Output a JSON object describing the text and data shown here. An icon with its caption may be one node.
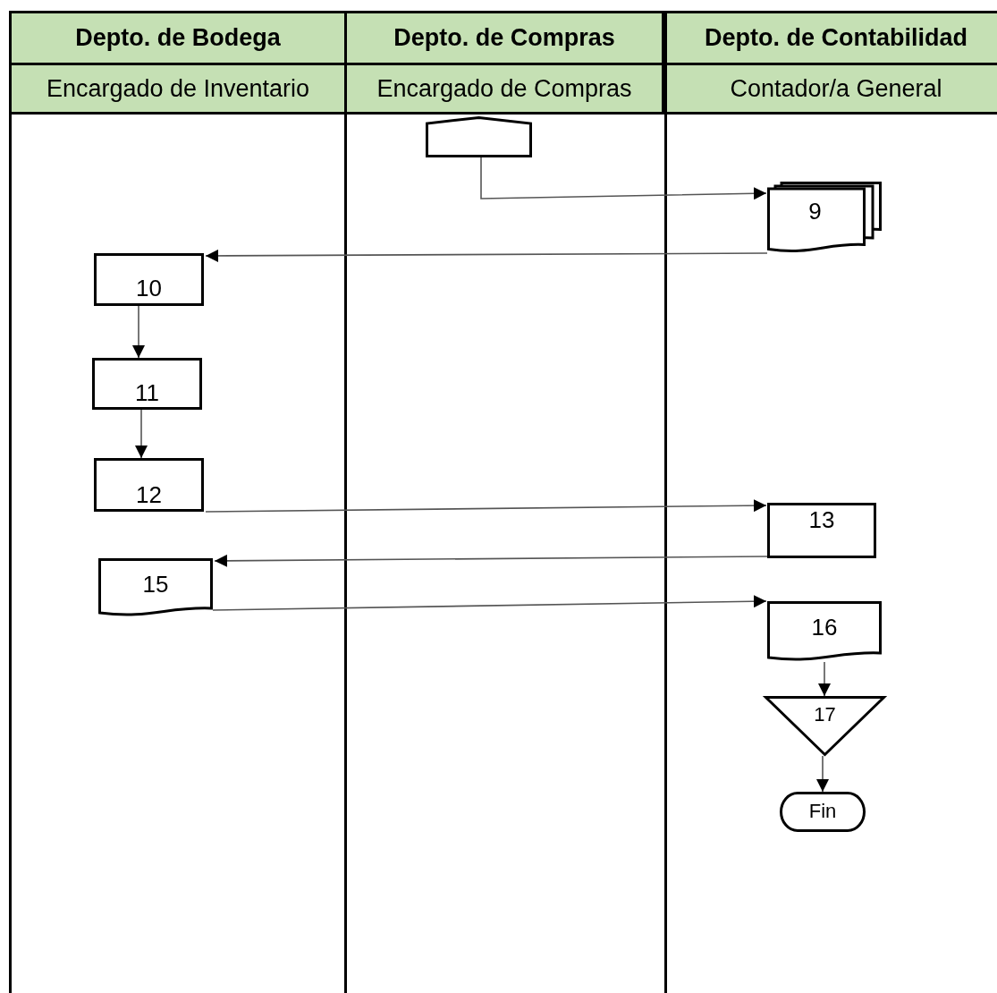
{
  "diagram": {
    "nodes": [
      {
        "text": [
          "Depto. de Bodega",
          "Encargado de Inventario"
        ]
      },
      {
        "text": [
          "Depto. de Compras",
          "Encargado de Compras"
        ]
      },
      {
        "text": [
          "Depto. de Contabilidad",
          "Contador/a General"
        ]
      },
      {
        "text": [],
        "shape": "pentagon",
        "in": 1
      },
      {
        "text": [
          "9"
        ],
        "in": 2
      },
      {
        "text": [
          "10"
        ],
        "in": 0
      },
      {
        "text": [
          "11"
        ],
        "in": 0
      },
      {
        "text": [
          "12"
        ],
        "in": 0
      },
      {
        "text": [
          "13"
        ],
        "in": 2
      },
      {
        "text": [
          "15"
        ],
        "in": 0
      },
      {
        "text": [
          "16"
        ],
        "in": 2
      },
      {
        "text": [
          "17"
        ],
        "in": 2
      },
      {
        "text": [
          "Fin"
        ],
        "in": 2
      }
    ],
    "edges": [
      {
        "from": 3,
        "to": 4,
        "arrow": "to"
      },
      {
        "from": 4,
        "to": 5,
        "arrow": "to"
      },
      {
        "from": 5,
        "to": 6,
        "arrow": "to"
      },
      {
        "from": 6,
        "to": 7,
        "arrow": "to"
      },
      {
        "from": 7,
        "to": 8,
        "arrow": "to"
      },
      {
        "from": 8,
        "to": 9,
        "arrow": "to"
      },
      {
        "from": 9,
        "to": 10,
        "arrow": "to"
      },
      {
        "from": 10,
        "to": 11,
        "arrow": "to"
      },
      {
        "from": 11,
        "to": 12,
        "arrow": "to"
      }
    ]
  }
}
